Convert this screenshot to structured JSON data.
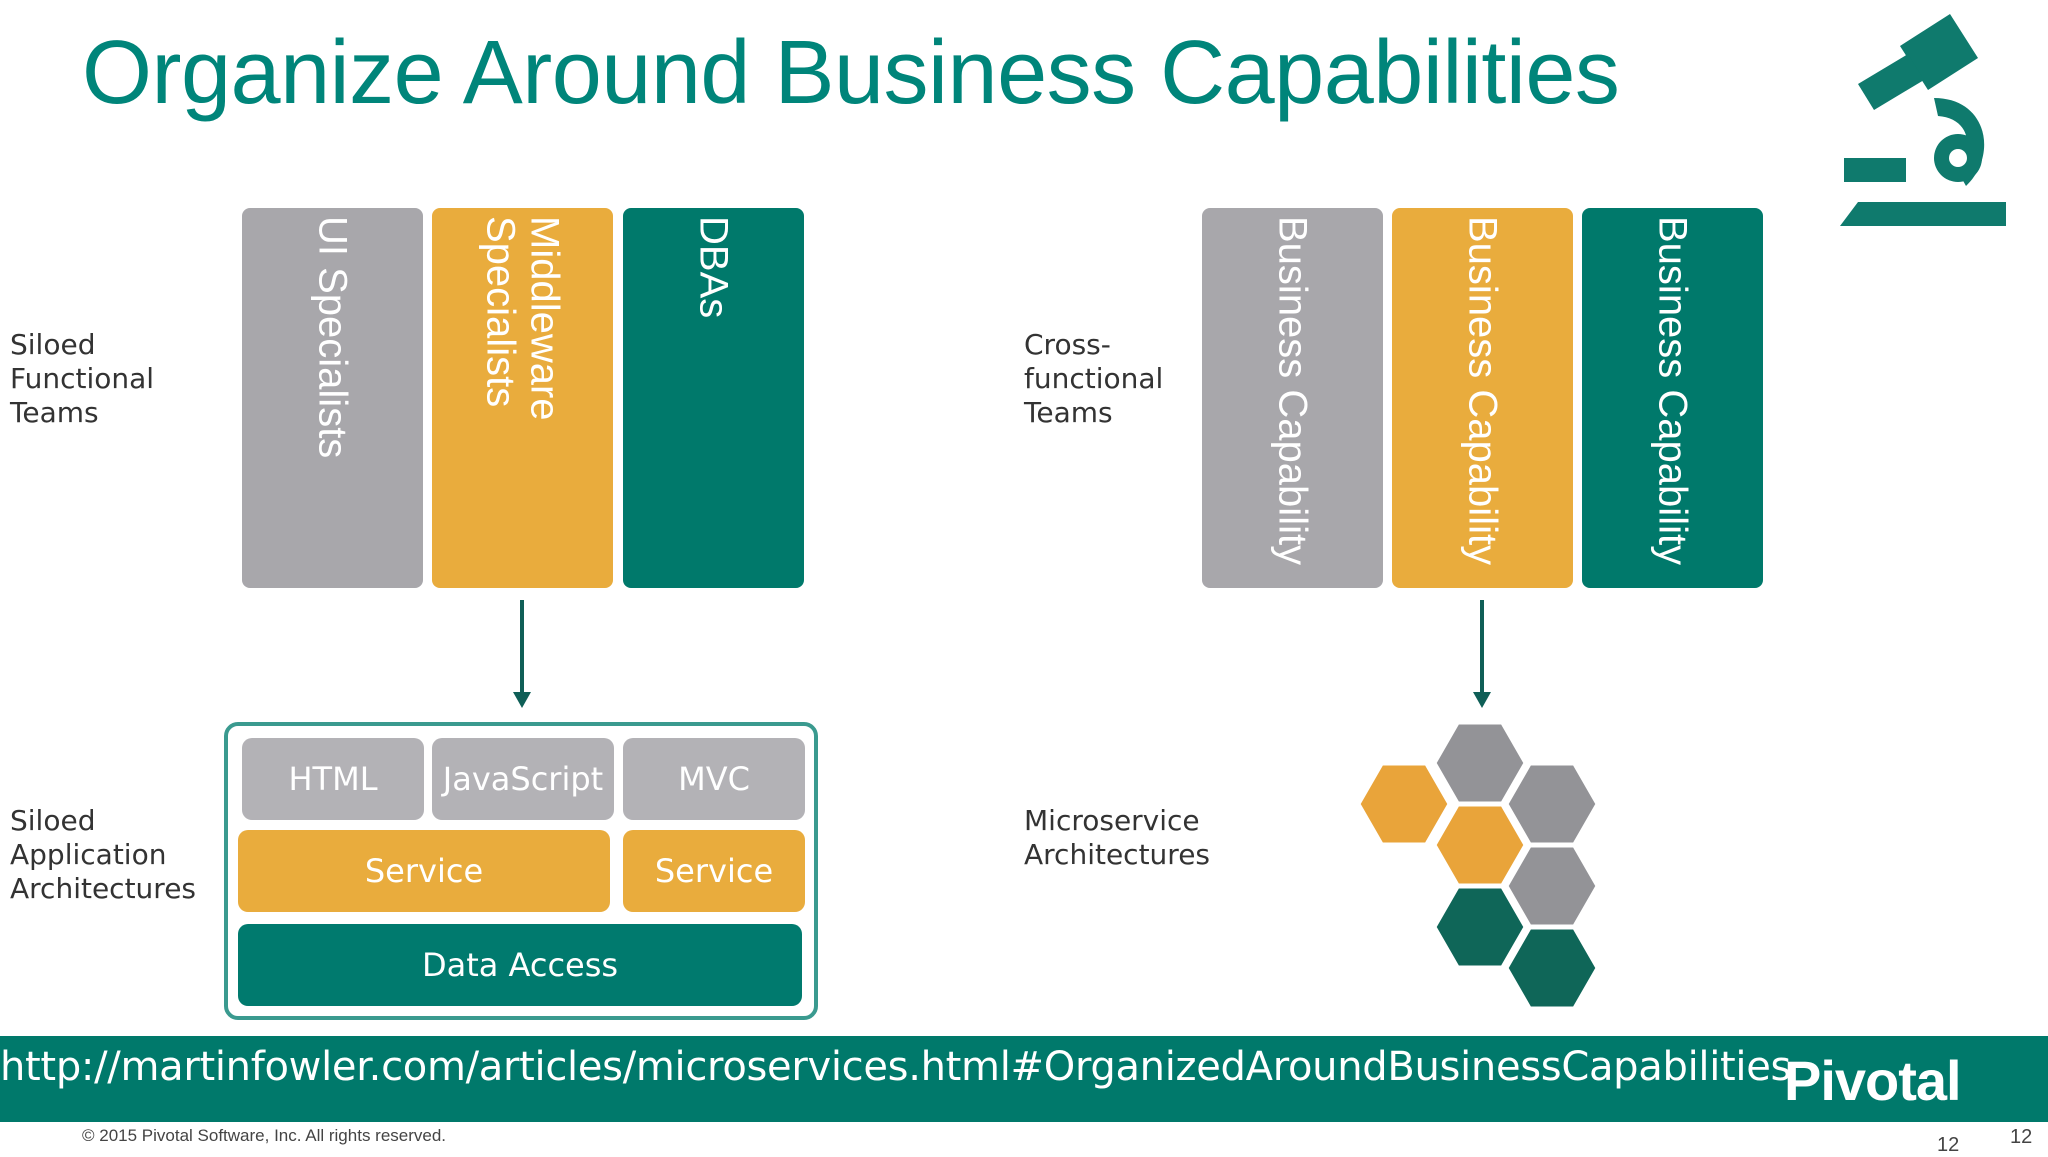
{
  "title": "Organize Around Business Capabilities",
  "labels": {
    "siloed_teams": "Siloed\nFunctional\nTeams",
    "cross_teams": "Cross-\nfunctional\nTeams",
    "siloed_apps": "Siloed\nApplication\nArchitectures",
    "microservices": "Microservice\nArchitectures"
  },
  "left_columns": [
    {
      "text": "UI Specialists",
      "color": "#a8a7ab"
    },
    {
      "text": "Middleware\nSpecialists",
      "color": "#e9ac3d"
    },
    {
      "text": "DBAs",
      "color": "#00796b"
    }
  ],
  "right_columns": [
    {
      "text": "Business Capability",
      "color": "#a8a7ab"
    },
    {
      "text": "Business Capability",
      "color": "#e9ac3d"
    },
    {
      "text": "Business Capability",
      "color": "#00796b"
    }
  ],
  "stack": {
    "html": "HTML",
    "javascript": "JavaScript",
    "mvc": "MVC",
    "service_left": "Service",
    "service_right": "Service",
    "data_access": "Data Access"
  },
  "footer": {
    "url": "http://martinfowler.com/articles/microservices.html#OrganizedAroundBusinessCapabilities",
    "logo": "Pivotal",
    "copyright": "© 2015 Pivotal Software, Inc.  All rights reserved.",
    "page_a": "12",
    "page_b": "12"
  },
  "icons": {
    "microscope": "microscope-icon",
    "hexagons": "microservice-hexagons"
  },
  "colors": {
    "teal": "#00796b",
    "title": "#00857a",
    "orange": "#e9ac3d",
    "gray": "#a8a7ab"
  }
}
